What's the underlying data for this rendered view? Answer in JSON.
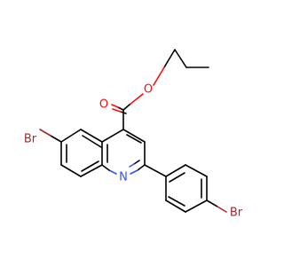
{
  "atoms": {
    "o_carbonyl": {
      "symbol": "O",
      "color": "#ff0d0d"
    },
    "o_ester": {
      "symbol": "O",
      "color": "#ff0d0d"
    },
    "br_ring": {
      "symbol": "Br",
      "color": "#a62929"
    },
    "br_phenyl": {
      "symbol": "Br",
      "color": "#a62929"
    },
    "n_ring": {
      "symbol": "N",
      "color": "#3050f8"
    }
  }
}
